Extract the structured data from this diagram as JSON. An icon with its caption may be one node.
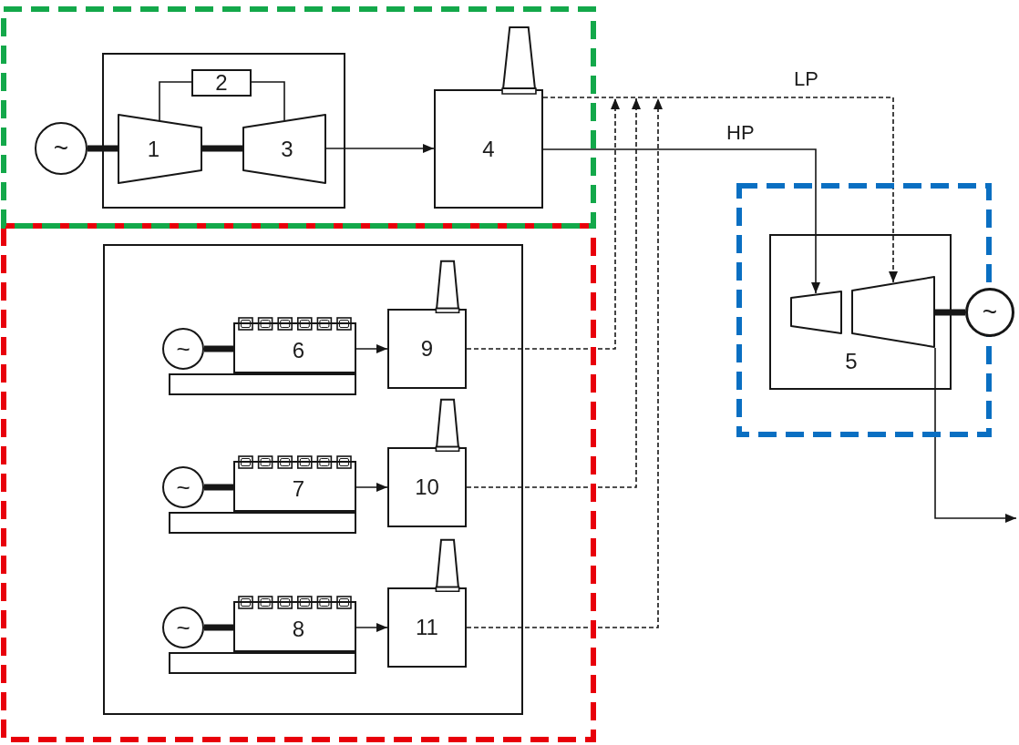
{
  "diagram": {
    "nodes": [
      {
        "text": [],
        "shape": "box"
      },
      {
        "text": [],
        "shape": "box",
        "in": 0
      },
      {
        "text": [
          "~"
        ],
        "in": 0
      },
      {
        "text": [
          "1"
        ],
        "in": 1
      },
      {
        "text": [
          "2"
        ],
        "in": 1
      },
      {
        "text": [
          "3"
        ],
        "in": 1
      },
      {
        "text": [
          "4"
        ],
        "in": 0
      },
      {
        "text": [],
        "shape": "box"
      },
      {
        "text": [],
        "shape": "box",
        "in": 7
      },
      {
        "text": [
          "~"
        ],
        "in": 8
      },
      {
        "text": [
          "6"
        ],
        "in": 8
      },
      {
        "text": [
          "9"
        ],
        "in": 8
      },
      {
        "text": [],
        "shape": "bar",
        "in": 8
      },
      {
        "text": [
          "~"
        ],
        "in": 8
      },
      {
        "text": [
          "7"
        ],
        "in": 8
      },
      {
        "text": [
          "10"
        ],
        "in": 8
      },
      {
        "text": [],
        "shape": "bar",
        "in": 8
      },
      {
        "text": [
          "~"
        ],
        "in": 8
      },
      {
        "text": [
          "8"
        ],
        "in": 8
      },
      {
        "text": [
          "11"
        ],
        "in": 8
      },
      {
        "text": [],
        "shape": "bar",
        "in": 8
      },
      {
        "text": [],
        "shape": "box"
      },
      {
        "text": [
          "5"
        ],
        "in": 21
      },
      {
        "text": [],
        "shape": "trapezoid",
        "in": 22
      },
      {
        "text": [],
        "shape": "trapezoid",
        "in": 22
      },
      {
        "text": [
          "~"
        ]
      }
    ],
    "edges": [
      {
        "from": 2,
        "to": 3,
        "arrow": "none",
        "style": "thick"
      },
      {
        "from": 3,
        "to": 4,
        "arrow": "none"
      },
      {
        "from": 4,
        "to": 5,
        "arrow": "none"
      },
      {
        "from": 3,
        "to": 5,
        "arrow": "none",
        "style": "thick"
      },
      {
        "from": 5,
        "to": 6,
        "arrow": "to"
      },
      {
        "from": 6,
        "to": 23,
        "arrow": "to",
        "label": "HP"
      },
      {
        "from": 6,
        "to": 24,
        "arrow": "to",
        "label": "LP",
        "style": "dashed"
      },
      {
        "from": 9,
        "to": 10,
        "arrow": "none",
        "style": "thick"
      },
      {
        "from": 10,
        "to": 11,
        "arrow": "to"
      },
      {
        "from": 11,
        "to": 24,
        "arrow": "to",
        "style": "dashed"
      },
      {
        "from": 13,
        "to": 14,
        "arrow": "none",
        "style": "thick"
      },
      {
        "from": 14,
        "to": 15,
        "arrow": "to"
      },
      {
        "from": 15,
        "to": 24,
        "arrow": "to",
        "style": "dashed"
      },
      {
        "from": 17,
        "to": 18,
        "arrow": "none",
        "style": "thick"
      },
      {
        "from": 18,
        "to": 19,
        "arrow": "to"
      },
      {
        "from": 19,
        "to": 24,
        "arrow": "to",
        "style": "dashed"
      },
      {
        "from": 24,
        "to": 25,
        "arrow": "none",
        "style": "thick"
      },
      {
        "from": 24,
        "to": null,
        "arrow": "to"
      }
    ]
  }
}
